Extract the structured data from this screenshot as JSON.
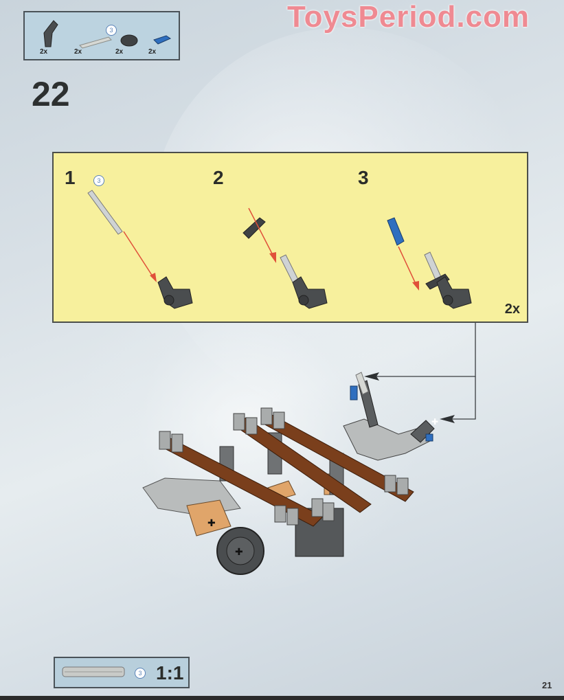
{
  "watermark": "ToysPeriod.com",
  "parts_list": {
    "items": [
      {
        "name": "angle-connector",
        "color": "#4a4d4f",
        "quantity": "2x"
      },
      {
        "name": "axle",
        "color": "#d6d8d4",
        "quantity": "2x",
        "length": "3"
      },
      {
        "name": "bush",
        "color": "#3f4244",
        "quantity": "2x"
      },
      {
        "name": "axle-pin",
        "color": "#2f6fbf",
        "quantity": "2x"
      }
    ]
  },
  "step": {
    "number": "22"
  },
  "sub_assembly": {
    "background": "#f7f09d",
    "steps": [
      {
        "number": "1",
        "axle_length": "3"
      },
      {
        "number": "2"
      },
      {
        "number": "3"
      }
    ],
    "multiplier": "2x"
  },
  "scale_reference": {
    "axle_length": "3",
    "ratio": "1:1"
  },
  "page_number": "21",
  "colors": {
    "arrow_red": "#e0503a",
    "beam_brown": "#7a3f1c",
    "dark_gray": "#4a4d4f",
    "light_gray": "#b9bcbc",
    "blue": "#2f6fbf",
    "tan": "#e0a56a"
  }
}
